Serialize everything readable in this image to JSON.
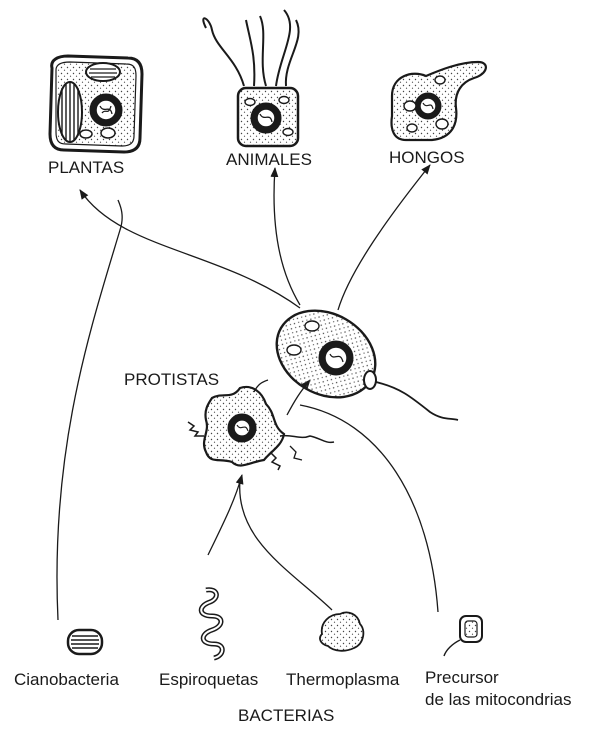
{
  "kingdoms": {
    "plantas": "PLANTAS",
    "animales": "ANIMALES",
    "hongos": "HONGOS",
    "protistas": "PROTISTAS"
  },
  "bacteria": {
    "cianobacteria": "Cianobacteria",
    "espiroquetas": "Espiroquetas",
    "thermoplasma": "Thermoplasma",
    "precursor_line1": "Precursor",
    "precursor_line2": "de las mitocondrias",
    "group_label": "BACTERIAS"
  },
  "colors": {
    "ink": "#1a1a1a",
    "cell_stipple": "#444444"
  }
}
